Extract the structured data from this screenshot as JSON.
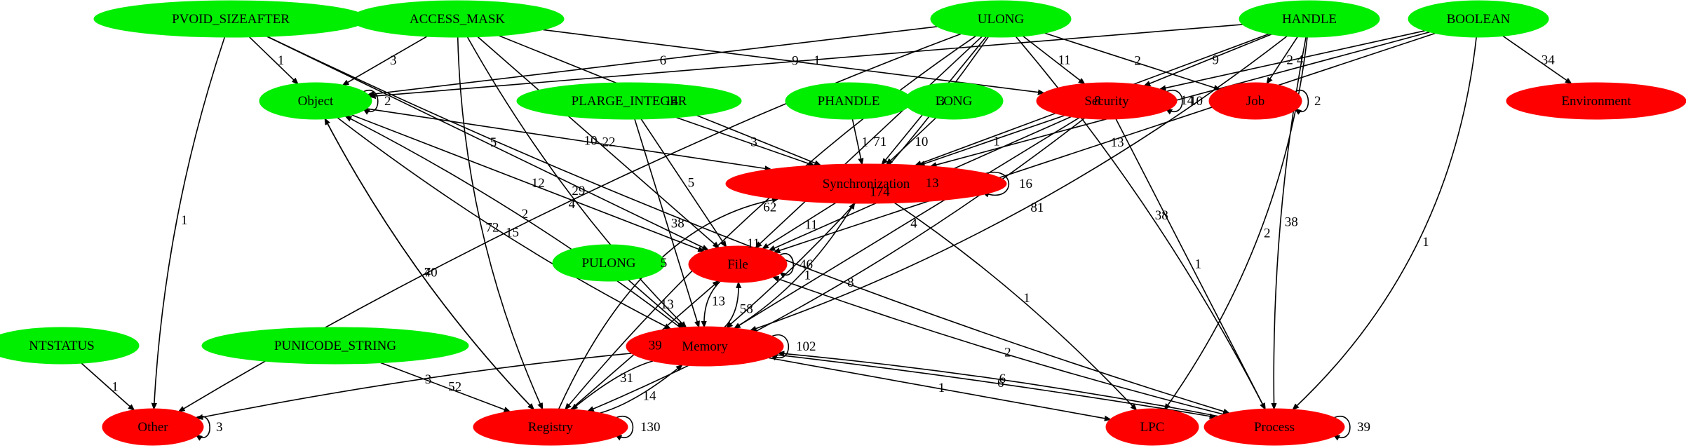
{
  "colors": {
    "type_node": "#00ee00",
    "category_node": "#ff0000",
    "edge": "#000000"
  },
  "nodes": [
    {
      "id": "PVOID_SIZEAFTER",
      "label": "PVOID_SIZEAFTER",
      "kind": "type"
    },
    {
      "id": "ACCESS_MASK",
      "label": "ACCESS_MASK",
      "kind": "type"
    },
    {
      "id": "ULONG",
      "label": "ULONG",
      "kind": "type"
    },
    {
      "id": "HANDLE",
      "label": "HANDLE",
      "kind": "type"
    },
    {
      "id": "BOOLEAN",
      "label": "BOOLEAN",
      "kind": "type"
    },
    {
      "id": "PLARGE_INTEGER",
      "label": "PLARGE_INTEGER",
      "kind": "type"
    },
    {
      "id": "PHANDLE",
      "label": "PHANDLE",
      "kind": "type"
    },
    {
      "id": "LONG",
      "label": "LONG",
      "kind": "type"
    },
    {
      "id": "PULONG",
      "label": "PULONG",
      "kind": "type"
    },
    {
      "id": "NTSTATUS",
      "label": "NTSTATUS",
      "kind": "type"
    },
    {
      "id": "PUNICODE_STRING",
      "label": "PUNICODE_STRING",
      "kind": "type"
    },
    {
      "id": "Object",
      "label": "Object",
      "kind": "type"
    },
    {
      "id": "Security",
      "label": "Security",
      "kind": "category"
    },
    {
      "id": "Job",
      "label": "Job",
      "kind": "category"
    },
    {
      "id": "Environment",
      "label": "Environment",
      "kind": "category"
    },
    {
      "id": "Synchronization",
      "label": "Synchronization",
      "kind": "category"
    },
    {
      "id": "File",
      "label": "File",
      "kind": "category"
    },
    {
      "id": "Memory",
      "label": "Memory",
      "kind": "category"
    },
    {
      "id": "Other",
      "label": "Other",
      "kind": "category"
    },
    {
      "id": "Registry",
      "label": "Registry",
      "kind": "category"
    },
    {
      "id": "LPC",
      "label": "LPC",
      "kind": "category"
    },
    {
      "id": "Process",
      "label": "Process",
      "kind": "category"
    }
  ],
  "edges": [
    {
      "from": "PVOID_SIZEAFTER",
      "to": "Object",
      "label": "1"
    },
    {
      "from": "PVOID_SIZEAFTER",
      "to": "Other",
      "label": "1"
    },
    {
      "from": "PVOID_SIZEAFTER",
      "to": "File",
      "label": "5"
    },
    {
      "from": "PVOID_SIZEAFTER",
      "to": "Process",
      "label": "11"
    },
    {
      "from": "ACCESS_MASK",
      "to": "Object",
      "label": "3"
    },
    {
      "from": "ACCESS_MASK",
      "to": "Security",
      "label": "9"
    },
    {
      "from": "ACCESS_MASK",
      "to": "Synchronization",
      "label": "14"
    },
    {
      "from": "ACCESS_MASK",
      "to": "File",
      "label": "22"
    },
    {
      "from": "ACCESS_MASK",
      "to": "Memory",
      "label": "29"
    },
    {
      "from": "ACCESS_MASK",
      "to": "Registry",
      "label": "72"
    },
    {
      "from": "ULONG",
      "to": "Object",
      "label": "6"
    },
    {
      "from": "ULONG",
      "to": "Security",
      "label": "11"
    },
    {
      "from": "ULONG",
      "to": "Job",
      "label": "2"
    },
    {
      "from": "ULONG",
      "to": "Synchronization",
      "label": "3"
    },
    {
      "from": "ULONG",
      "to": "File",
      "label": "71"
    },
    {
      "from": "ULONG",
      "to": "Memory",
      "label": "174"
    },
    {
      "from": "ULONG",
      "to": "Other",
      "label": "4"
    },
    {
      "from": "ULONG",
      "to": "Registry",
      "label": "62"
    },
    {
      "from": "ULONG",
      "to": "Process",
      "label": "38"
    },
    {
      "from": "HANDLE",
      "to": "Object",
      "label": "1"
    },
    {
      "from": "HANDLE",
      "to": "Security",
      "label": "9"
    },
    {
      "from": "HANDLE",
      "to": "Job",
      "label": "2"
    },
    {
      "from": "HANDLE",
      "to": "Synchronization",
      "label": "8"
    },
    {
      "from": "HANDLE",
      "to": "Memory",
      "label": "81"
    },
    {
      "from": "HANDLE",
      "to": "LPC",
      "label": "2"
    },
    {
      "from": "HANDLE",
      "to": "Process",
      "label": "38"
    },
    {
      "from": "BOOLEAN",
      "to": "Security",
      "label": "4"
    },
    {
      "from": "BOOLEAN",
      "to": "Environment",
      "label": "34"
    },
    {
      "from": "BOOLEAN",
      "to": "File",
      "label": "13"
    },
    {
      "from": "BOOLEAN",
      "to": "Synchronization",
      "label": "14"
    },
    {
      "from": "BOOLEAN",
      "to": "Process",
      "label": "1"
    },
    {
      "from": "PLARGE_INTEGER",
      "to": "Synchronization",
      "label": "3"
    },
    {
      "from": "PLARGE_INTEGER",
      "to": "File",
      "label": "5"
    },
    {
      "from": "PLARGE_INTEGER",
      "to": "Memory",
      "label": "38"
    },
    {
      "from": "PHANDLE",
      "to": "Synchronization",
      "label": "1"
    },
    {
      "from": "LONG",
      "to": "Synchronization",
      "label": "10"
    },
    {
      "from": "Object",
      "to": "Object",
      "label": "2"
    },
    {
      "from": "Object",
      "to": "Synchronization",
      "label": "10"
    },
    {
      "from": "Object",
      "to": "File",
      "label": "12"
    },
    {
      "from": "Object",
      "to": "Memory",
      "label": "15"
    },
    {
      "from": "Object",
      "to": "Registry",
      "label": "40"
    },
    {
      "from": "Security",
      "to": "Security",
      "label": "10"
    },
    {
      "from": "Security",
      "to": "Synchronization",
      "label": "1"
    },
    {
      "from": "Security",
      "to": "File",
      "label": "13"
    },
    {
      "from": "Security",
      "to": "Memory",
      "label": "4"
    },
    {
      "from": "Security",
      "to": "Registry",
      "label": "8"
    },
    {
      "from": "Security",
      "to": "Process",
      "label": "1"
    },
    {
      "from": "Job",
      "to": "Job",
      "label": "2"
    },
    {
      "from": "Synchronization",
      "to": "Synchronization",
      "label": "16"
    },
    {
      "from": "Synchronization",
      "to": "File",
      "label": "11"
    },
    {
      "from": "Synchronization",
      "to": "LPC",
      "label": "1"
    },
    {
      "from": "File",
      "to": "File",
      "label": "46"
    },
    {
      "from": "File",
      "to": "Memory",
      "label": "13"
    },
    {
      "from": "PULONG",
      "to": "Memory",
      "label": "13"
    },
    {
      "from": "Memory",
      "to": "Memory",
      "label": "102"
    },
    {
      "from": "Memory",
      "to": "File",
      "label": "58"
    },
    {
      "from": "Memory",
      "to": "Synchronization",
      "label": "1"
    },
    {
      "from": "Memory",
      "to": "Object",
      "label": "2"
    },
    {
      "from": "Memory",
      "to": "Registry",
      "label": "31"
    },
    {
      "from": "Memory",
      "to": "Other",
      "label": "3"
    },
    {
      "from": "Memory",
      "to": "LPC",
      "label": "1"
    },
    {
      "from": "Memory",
      "to": "Process",
      "label": "6"
    },
    {
      "from": "Registry",
      "to": "Registry",
      "label": "130"
    },
    {
      "from": "Registry",
      "to": "Memory",
      "label": "14"
    },
    {
      "from": "Registry",
      "to": "File",
      "label": "39"
    },
    {
      "from": "Registry",
      "to": "Object",
      "label": "7"
    },
    {
      "from": "Registry",
      "to": "Synchronization",
      "label": "5"
    },
    {
      "from": "NTSTATUS",
      "to": "Other",
      "label": "1"
    },
    {
      "from": "PUNICODE_STRING",
      "to": "Registry",
      "label": "52"
    },
    {
      "from": "Other",
      "to": "Other",
      "label": "3"
    },
    {
      "from": "Process",
      "to": "Process",
      "label": "39"
    },
    {
      "from": "Process",
      "to": "Memory",
      "label": "6"
    },
    {
      "from": "Process",
      "to": "File",
      "label": "2"
    }
  ]
}
